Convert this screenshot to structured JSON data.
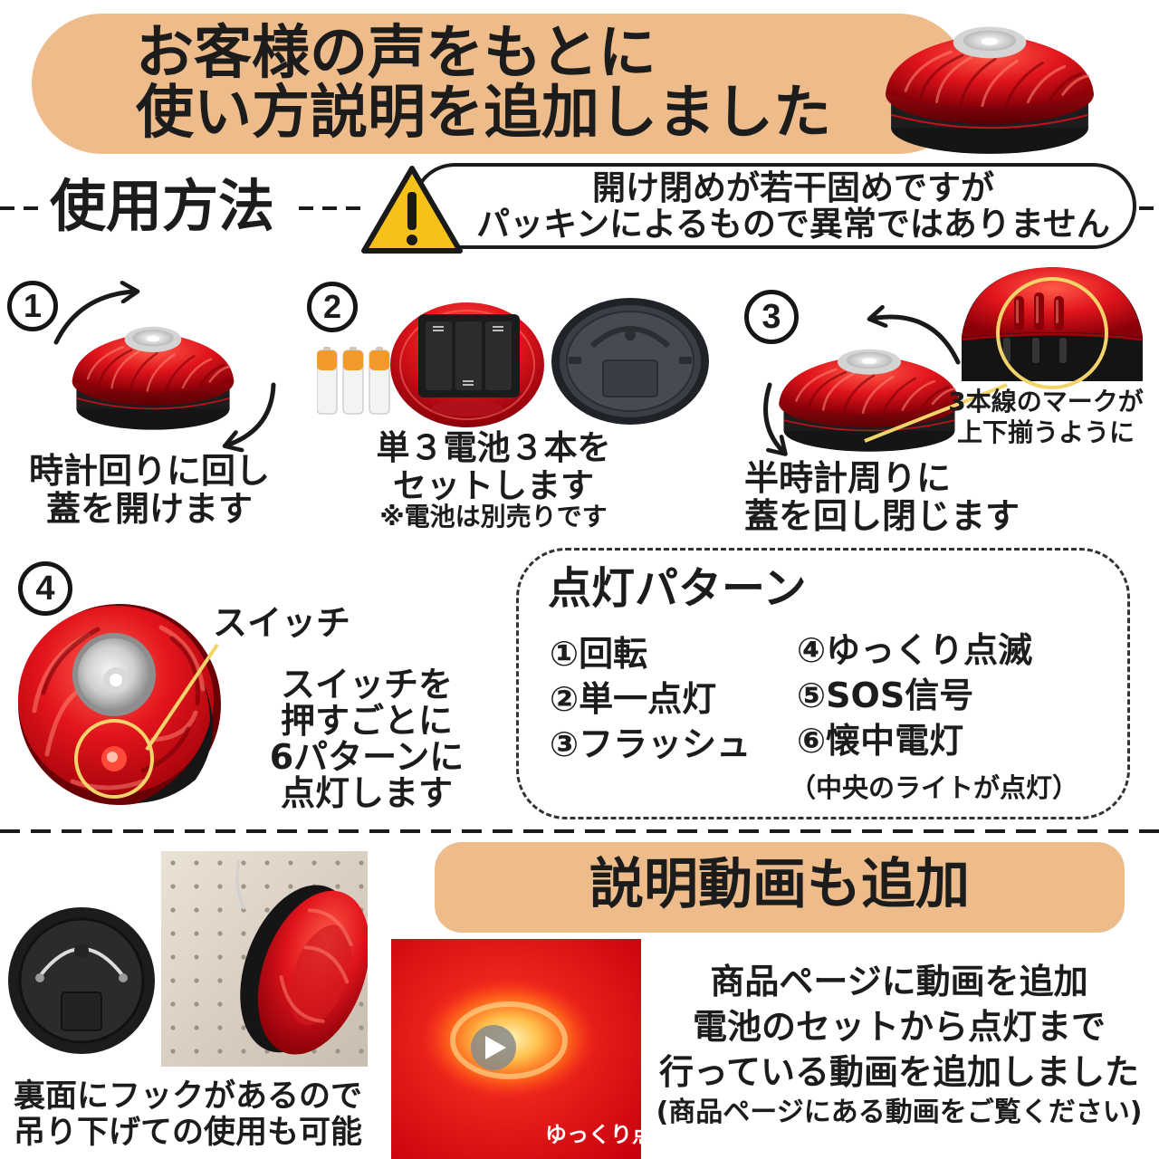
{
  "banner": {
    "line1": "お客様の声をもとに",
    "line2": "使い方説明を追加しました"
  },
  "usage": {
    "heading": "使用方法"
  },
  "notice": {
    "icon": "warning-icon",
    "line1": "開け閉めが若干固めですが",
    "line2": "パッキンによるもので異常ではありません"
  },
  "steps": [
    {
      "number": "1",
      "icons": [
        "clockwise-arrow-icon"
      ],
      "lines": [
        "時計回りに回し",
        "蓋を開けます"
      ]
    },
    {
      "number": "2",
      "lines": [
        "単３電池３本を",
        "セットします"
      ],
      "note": "※電池は別売りです"
    },
    {
      "number": "3",
      "icons": [
        "counterclockwise-arrow-icon"
      ],
      "callout": [
        "3本線のマークが",
        "上下揃うように"
      ],
      "lines": [
        "半時計周りに",
        "蓋を回し閉じます"
      ]
    },
    {
      "number": "4",
      "switch_label": "スイッチ",
      "lines": [
        "スイッチを",
        "押すごとに",
        "6パターンに",
        "点灯します"
      ]
    }
  ],
  "patterns": {
    "title": "点灯パターン",
    "items": [
      "①回転",
      "②単一点灯",
      "③フラッシュ",
      "④ゆっくり点滅",
      "⑤SOS信号",
      "⑥懐中電灯"
    ],
    "note": "（中央のライトが点灯）"
  },
  "hook": {
    "lines": [
      "裏面にフックがあるので",
      "吊り下げての使用も可能"
    ]
  },
  "video": {
    "banner": "説明動画も追加",
    "thumbnail_caption": "ゆっくり点",
    "thumbnail_icon": "play-icon",
    "lines": [
      "商品ページに動画を追加",
      "電池のセットから点灯まで",
      "行っている動画を追加しました"
    ],
    "note": "(商品ページにある動画をご覧ください)"
  },
  "colors": {
    "accent": "#EDBC8A",
    "product_red": "#E0141C",
    "warning_yellow": "#F6C21A",
    "callout_yellow": "#F3D46B",
    "text": "#1C1C1C"
  }
}
